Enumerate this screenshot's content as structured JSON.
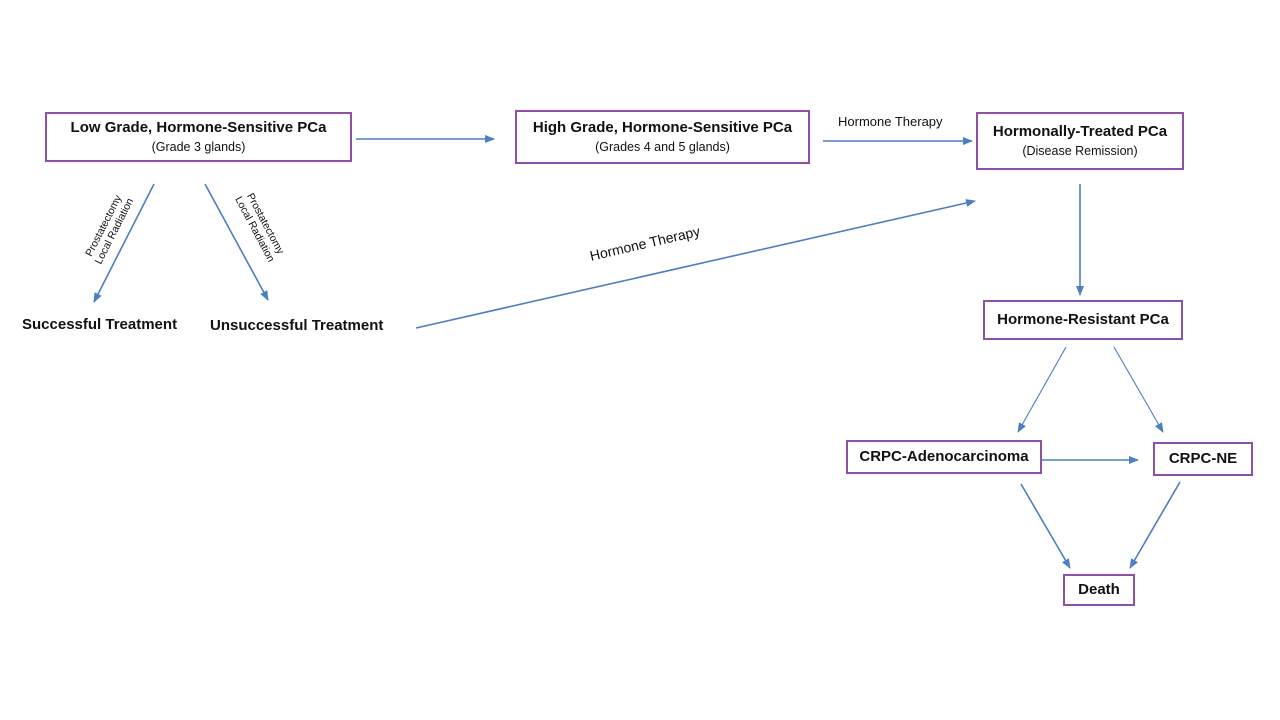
{
  "nodes": {
    "low_grade": {
      "title": "Low Grade, Hormone-Sensitive PCa",
      "subtitle": "(Grade 3 glands)"
    },
    "high_grade": {
      "title": "High Grade, Hormone-Sensitive PCa",
      "subtitle": "(Grades 4 and 5 glands)"
    },
    "hormonally_treated": {
      "title": "Hormonally-Treated PCa",
      "subtitle": "(Disease Remission)"
    },
    "hormone_resistant": {
      "title": "Hormone-Resistant PCa"
    },
    "crpc_adeno": {
      "title": "CRPC-Adenocarcinoma"
    },
    "crpc_ne": {
      "title": "CRPC-NE"
    },
    "death": {
      "title": "Death"
    }
  },
  "outcomes": {
    "successful": "Successful Treatment",
    "unsuccessful": "Unsuccessful Treatment"
  },
  "edge_labels": {
    "hormone_therapy_top": "Hormone Therapy",
    "hormone_therapy_diag": "Hormone Therapy",
    "left_treatment_line1": "Prostatectomy",
    "left_treatment_line2": "Local Radiation",
    "right_treatment_line1": "Prostatectomy",
    "right_treatment_line2": "Local Radiation"
  },
  "colors": {
    "box_border": "#8e4fa8",
    "arrow": "#4a7fc1"
  }
}
